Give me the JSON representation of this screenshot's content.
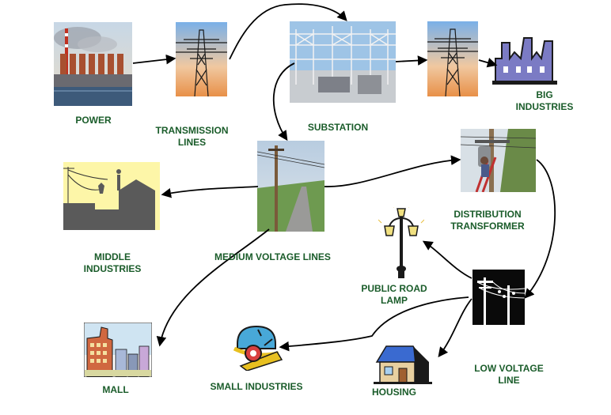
{
  "labels": {
    "power": "POWER",
    "transmission_lines": "TRANSMISSION\nLINES",
    "substation": "SUBSTATION",
    "big_industries": "BIG\nINDUSTRIES",
    "medium_voltage_lines": "MEDIUM VOLTAGE LINES",
    "middle_industries": "MIDDLE\nINDUSTRIES",
    "distribution_transformer": "DISTRIBUTION\nTRANSFORMER",
    "public_road_lamp": "PUBLIC ROAD\nLAMP",
    "low_voltage_line": "LOW VOLTAGE\nLINE",
    "mall": "MALL",
    "small_industries": "SMALL INDUSTRIES",
    "housing": "HOUSING"
  },
  "colors": {
    "label_text": "#1a5c2a",
    "arrow": "#000000",
    "sky": "#8fb3d9",
    "factory_purple": "#7b7bc4",
    "middle_bg": "#fdf6a8",
    "middle_building": "#5a5a5a"
  }
}
